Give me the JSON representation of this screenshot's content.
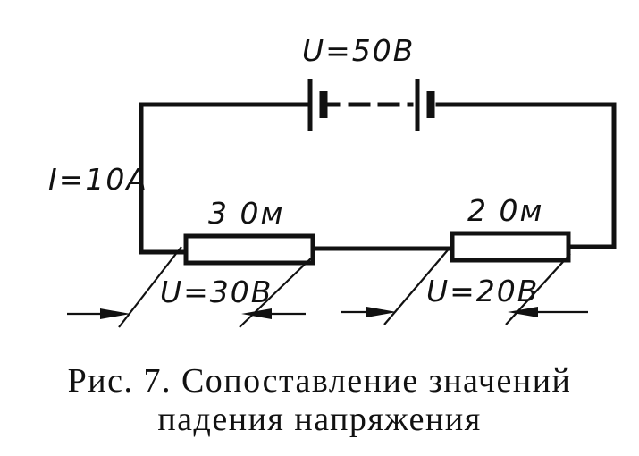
{
  "diagram": {
    "source_voltage": "U=50B",
    "current": "I=10A",
    "resistor_left_value": "3 0м",
    "resistor_right_value": "2 0м",
    "resistor_left_voltage": "U=30B",
    "resistor_right_voltage": "U=20B"
  },
  "caption": {
    "line1": "Рис. 7. Сопоставление значений",
    "line2": "падения напряжения"
  }
}
